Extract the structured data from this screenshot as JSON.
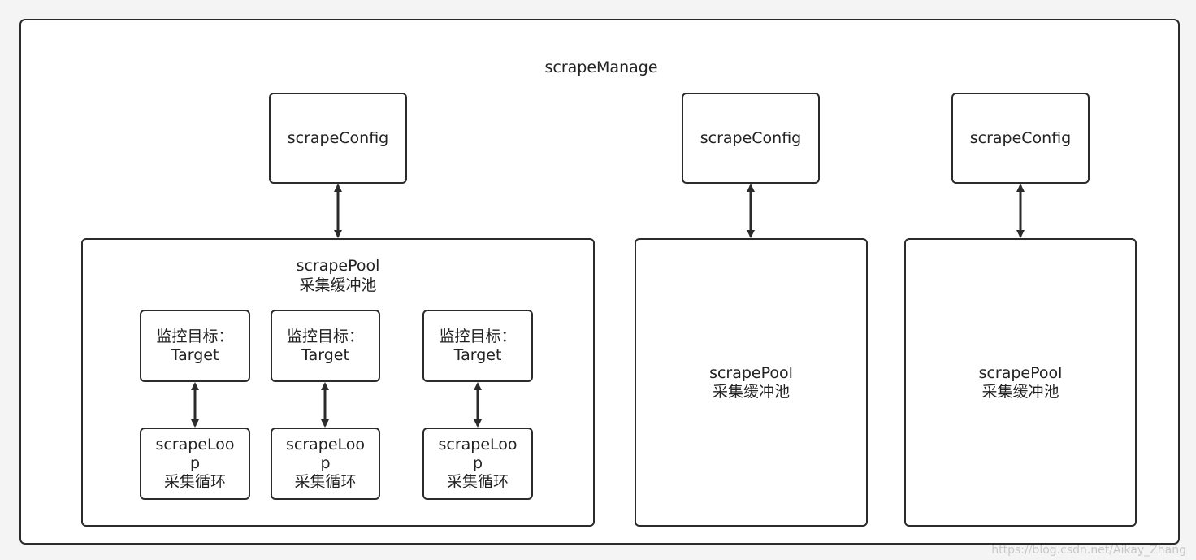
{
  "manager": {
    "title": "scrapeManage"
  },
  "configs": [
    {
      "label": "scrapeConfig"
    },
    {
      "label": "scrapeConfig"
    },
    {
      "label": "scrapeConfig"
    }
  ],
  "pools": [
    {
      "name": "scrapePool",
      "subtitle": "采集缓冲池",
      "targets": [
        {
          "line1": "监控目标：",
          "line2": "Target",
          "loop_line1": "scrapeLoo",
          "loop_line2": "p",
          "loop_line3": "采集循环"
        },
        {
          "line1": "监控目标：",
          "line2": "Target",
          "loop_line1": "scrapeLoo",
          "loop_line2": "p",
          "loop_line3": "采集循环"
        },
        {
          "line1": "监控目标：",
          "line2": "Target",
          "loop_line1": "scrapeLoo",
          "loop_line2": "p",
          "loop_line3": "采集循环"
        }
      ]
    },
    {
      "name": "scrapePool",
      "subtitle": "采集缓冲池"
    },
    {
      "name": "scrapePool",
      "subtitle": "采集缓冲池"
    }
  ],
  "watermark": "https://blog.csdn.net/Aikay_Zhang"
}
